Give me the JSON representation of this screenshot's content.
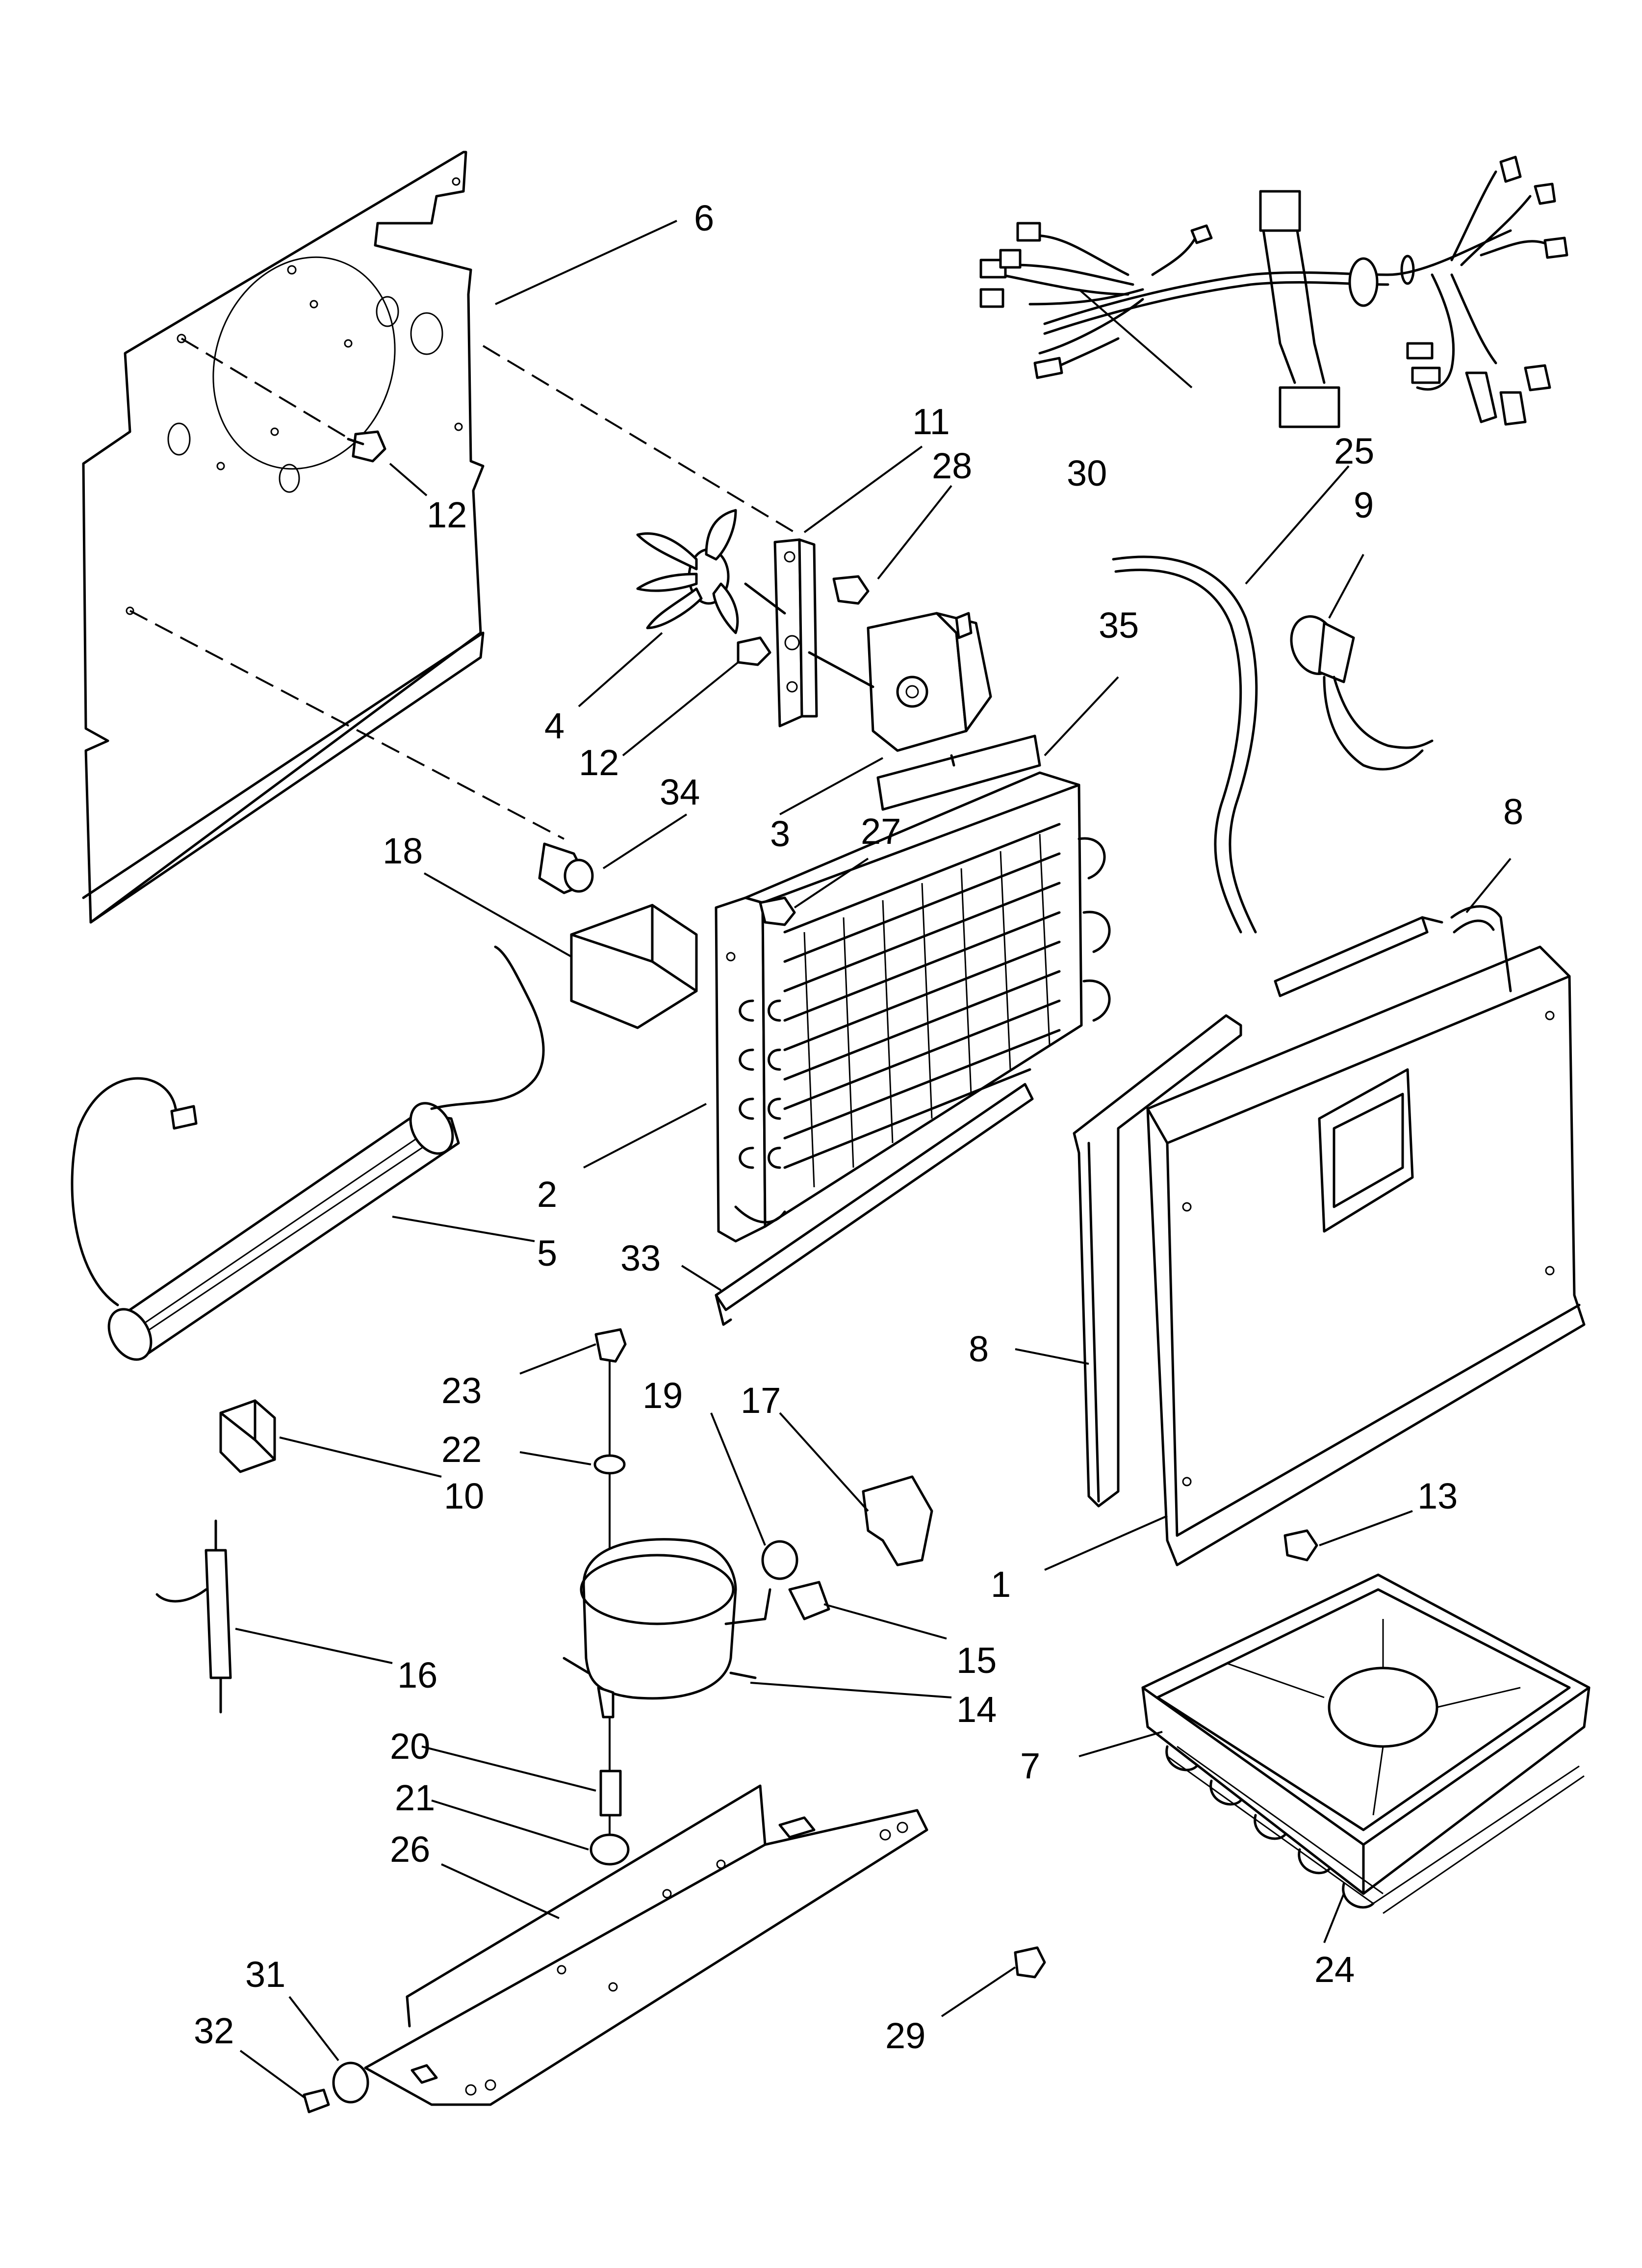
{
  "callouts": [
    {
      "id": "c6",
      "text": "6"
    },
    {
      "id": "c12a",
      "text": "12"
    },
    {
      "id": "c11",
      "text": "11"
    },
    {
      "id": "c28",
      "text": "28"
    },
    {
      "id": "c30",
      "text": "30"
    },
    {
      "id": "c25",
      "text": "25"
    },
    {
      "id": "c9",
      "text": "9"
    },
    {
      "id": "c35",
      "text": "35"
    },
    {
      "id": "c4",
      "text": "4"
    },
    {
      "id": "c12b",
      "text": "12"
    },
    {
      "id": "c3",
      "text": "3"
    },
    {
      "id": "c27",
      "text": "27"
    },
    {
      "id": "c34",
      "text": "34"
    },
    {
      "id": "c18",
      "text": "18"
    },
    {
      "id": "c8a",
      "text": "8"
    },
    {
      "id": "c2",
      "text": "2"
    },
    {
      "id": "c5",
      "text": "5"
    },
    {
      "id": "c33",
      "text": "33"
    },
    {
      "id": "c8b",
      "text": "8"
    },
    {
      "id": "c23",
      "text": "23"
    },
    {
      "id": "c22",
      "text": "22"
    },
    {
      "id": "c10",
      "text": "10"
    },
    {
      "id": "c19",
      "text": "19"
    },
    {
      "id": "c17",
      "text": "17"
    },
    {
      "id": "c13",
      "text": "13"
    },
    {
      "id": "c1",
      "text": "1"
    },
    {
      "id": "c15",
      "text": "15"
    },
    {
      "id": "c16",
      "text": "16"
    },
    {
      "id": "c14",
      "text": "14"
    },
    {
      "id": "c20",
      "text": "20"
    },
    {
      "id": "c7",
      "text": "7"
    },
    {
      "id": "c21",
      "text": "21"
    },
    {
      "id": "c26",
      "text": "26"
    },
    {
      "id": "c24",
      "text": "24"
    },
    {
      "id": "c31",
      "text": "31"
    },
    {
      "id": "c32",
      "text": "32"
    },
    {
      "id": "c29",
      "text": "29"
    }
  ]
}
